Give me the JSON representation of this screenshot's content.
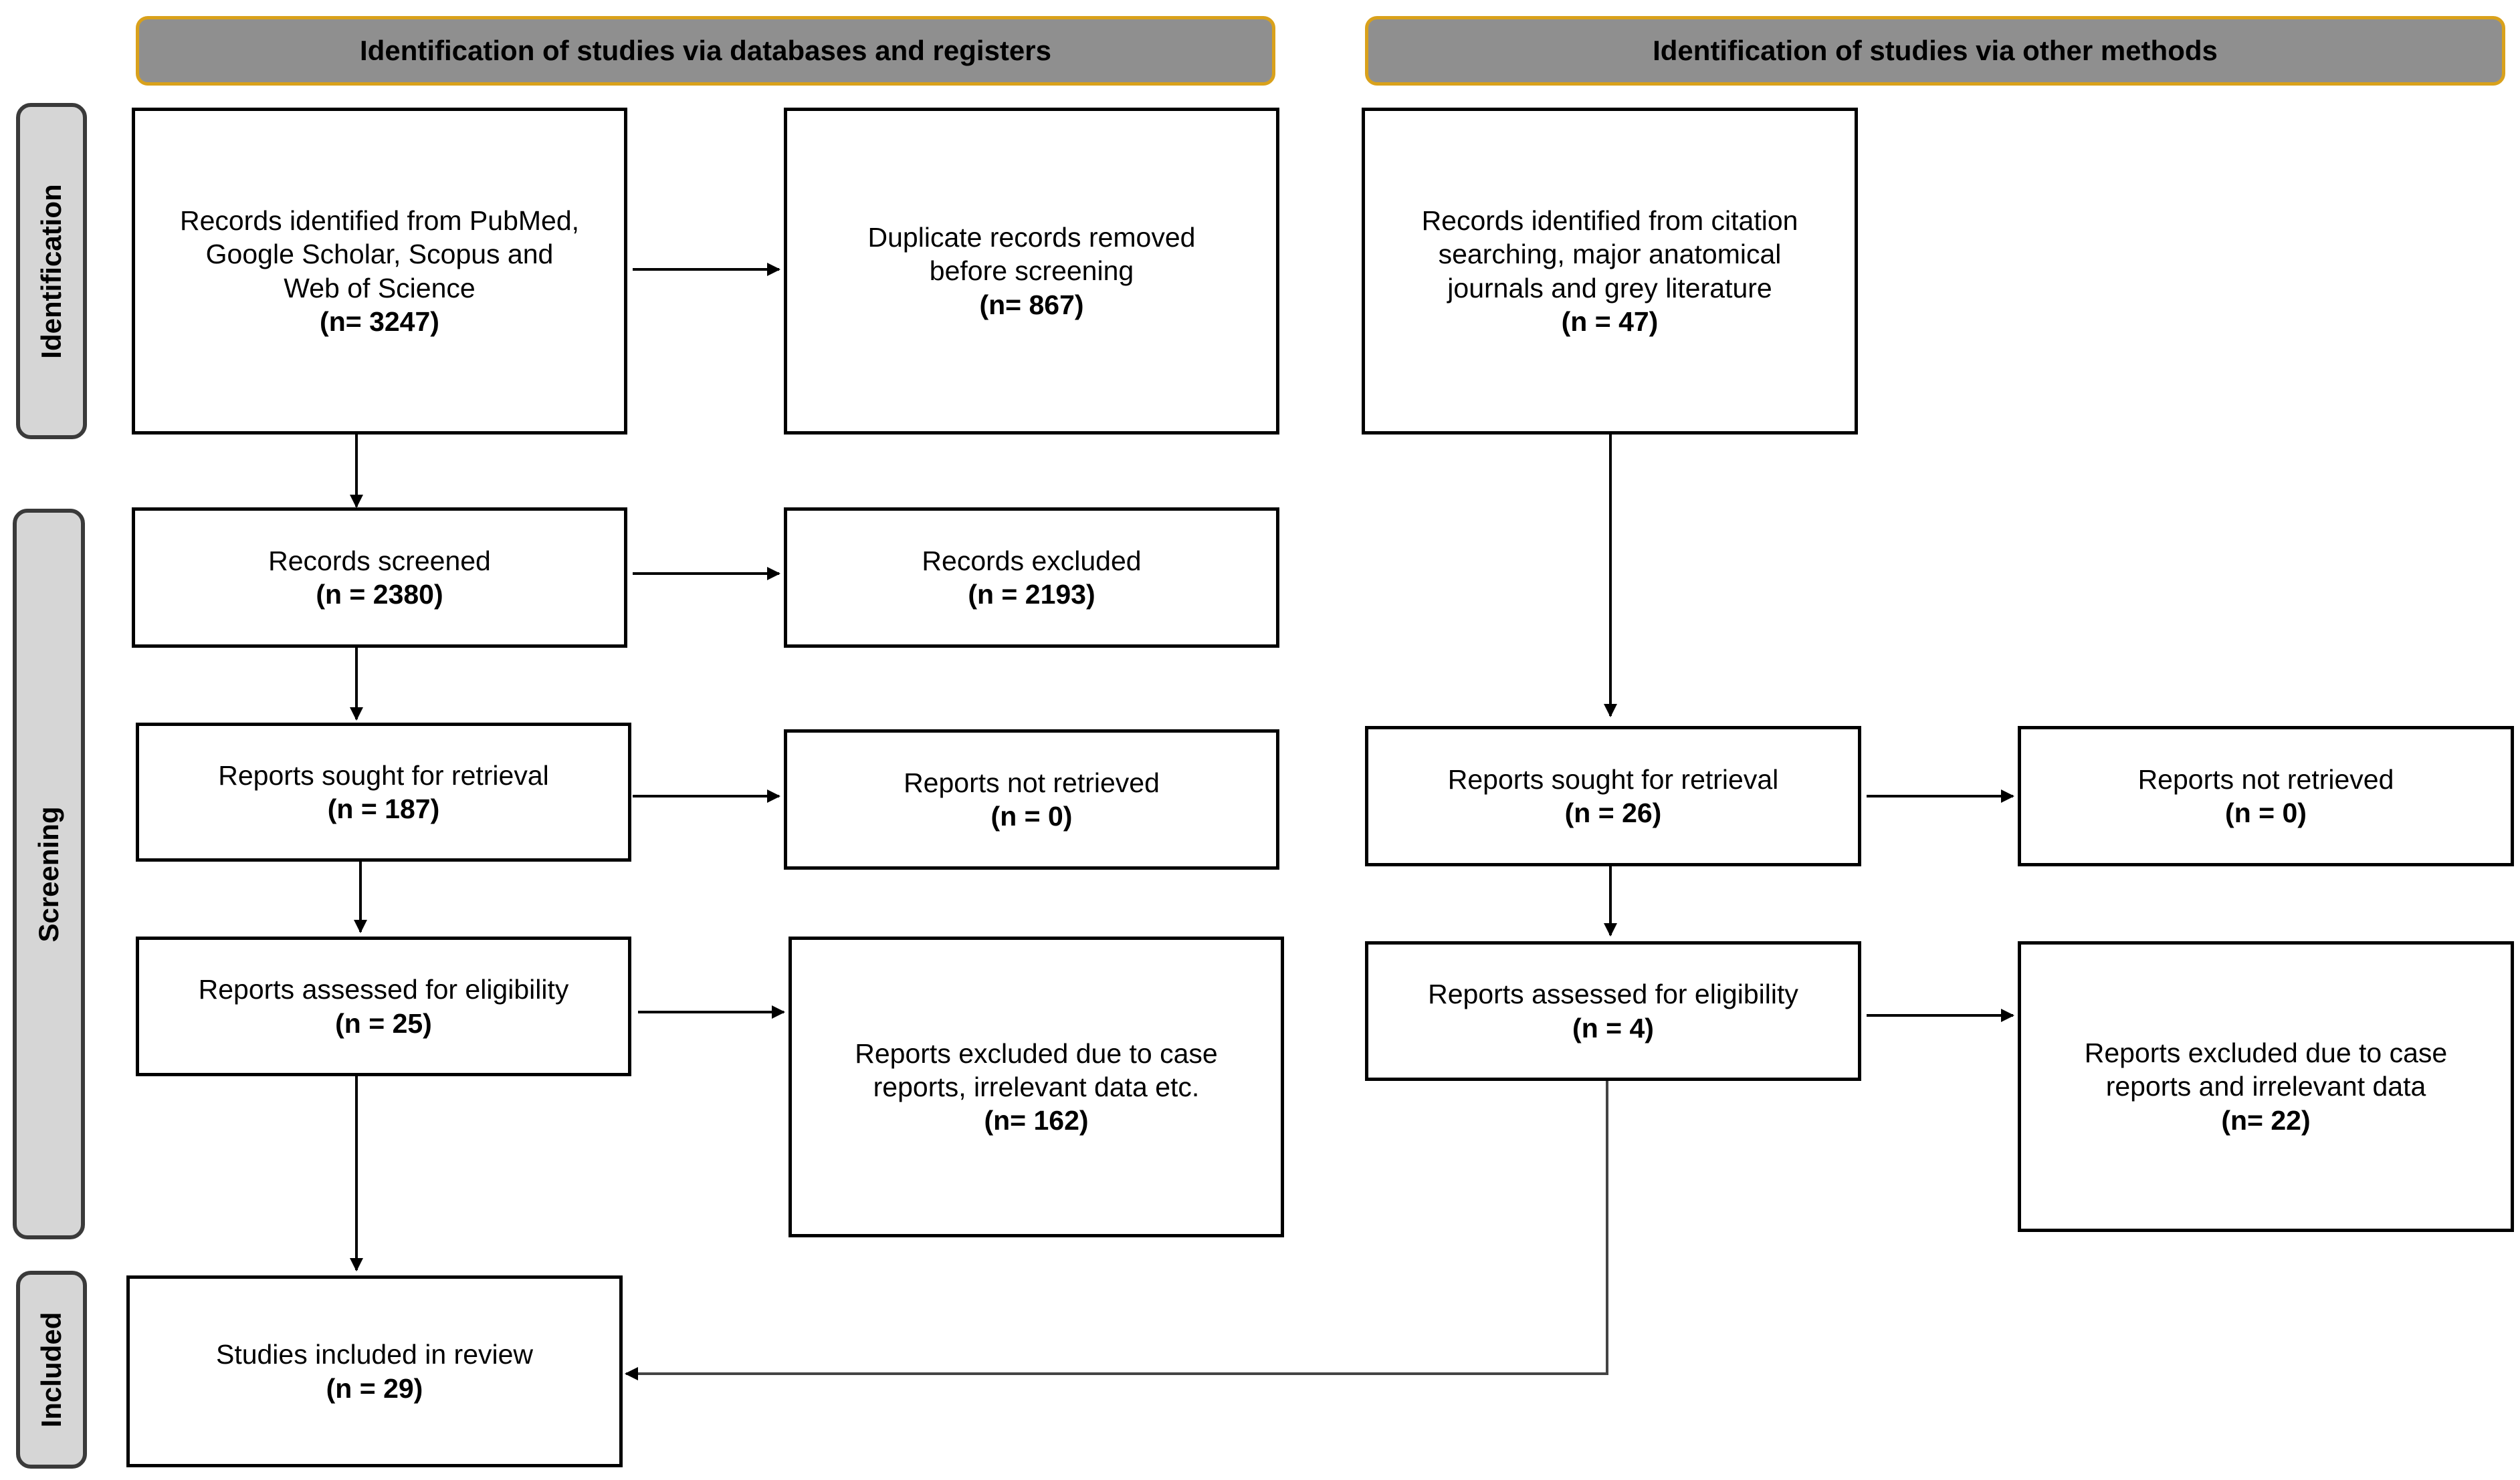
{
  "headers": {
    "databases": "Identification of studies via databases and registers",
    "other": "Identification of studies via other methods"
  },
  "phases": {
    "identification": "Identification",
    "screening": "Screening",
    "included": "Included"
  },
  "boxes": {
    "db_identified": {
      "label": "Records identified from PubMed,\nGoogle Scholar, Scopus and\nWeb of Science",
      "count": "(n= 3247)"
    },
    "db_duplicates": {
      "label": "Duplicate records removed\nbefore screening",
      "count": "(n= 867)"
    },
    "other_identified": {
      "label": "Records identified from citation\nsearching, major anatomical\njournals and grey literature",
      "count": "(n = 47)"
    },
    "db_screened": {
      "label": "Records screened",
      "count": "(n = 2380)"
    },
    "db_excluded": {
      "label": "Records excluded",
      "count": "(n = 2193)"
    },
    "db_sought": {
      "label": "Reports sought for retrieval",
      "count": "(n = 187)"
    },
    "db_not_retrieved": {
      "label": "Reports not retrieved",
      "count": "(n = 0)"
    },
    "other_sought": {
      "label": "Reports sought for retrieval",
      "count": "(n = 26)"
    },
    "other_not_retrieved": {
      "label": "Reports not retrieved",
      "count": "(n = 0)"
    },
    "db_assessed": {
      "label": "Reports assessed for eligibility",
      "count": "(n = 25)"
    },
    "db_excluded_reports": {
      "label": "Reports excluded due to case\nreports, irrelevant data etc.",
      "count": "(n= 162)"
    },
    "other_assessed": {
      "label": "Reports assessed for eligibility",
      "count": "(n = 4)"
    },
    "other_excluded_reports": {
      "label": "Reports excluded due to case\nreports and irrelevant data",
      "count": "(n= 22)"
    },
    "included": {
      "label": "Studies included in review",
      "count": "(n = 29)"
    }
  },
  "colors": {
    "header_fill": "#8f8f8f",
    "header_border": "#d9a11b",
    "phase_fill": "#d6d6d6",
    "line": "#000000"
  }
}
